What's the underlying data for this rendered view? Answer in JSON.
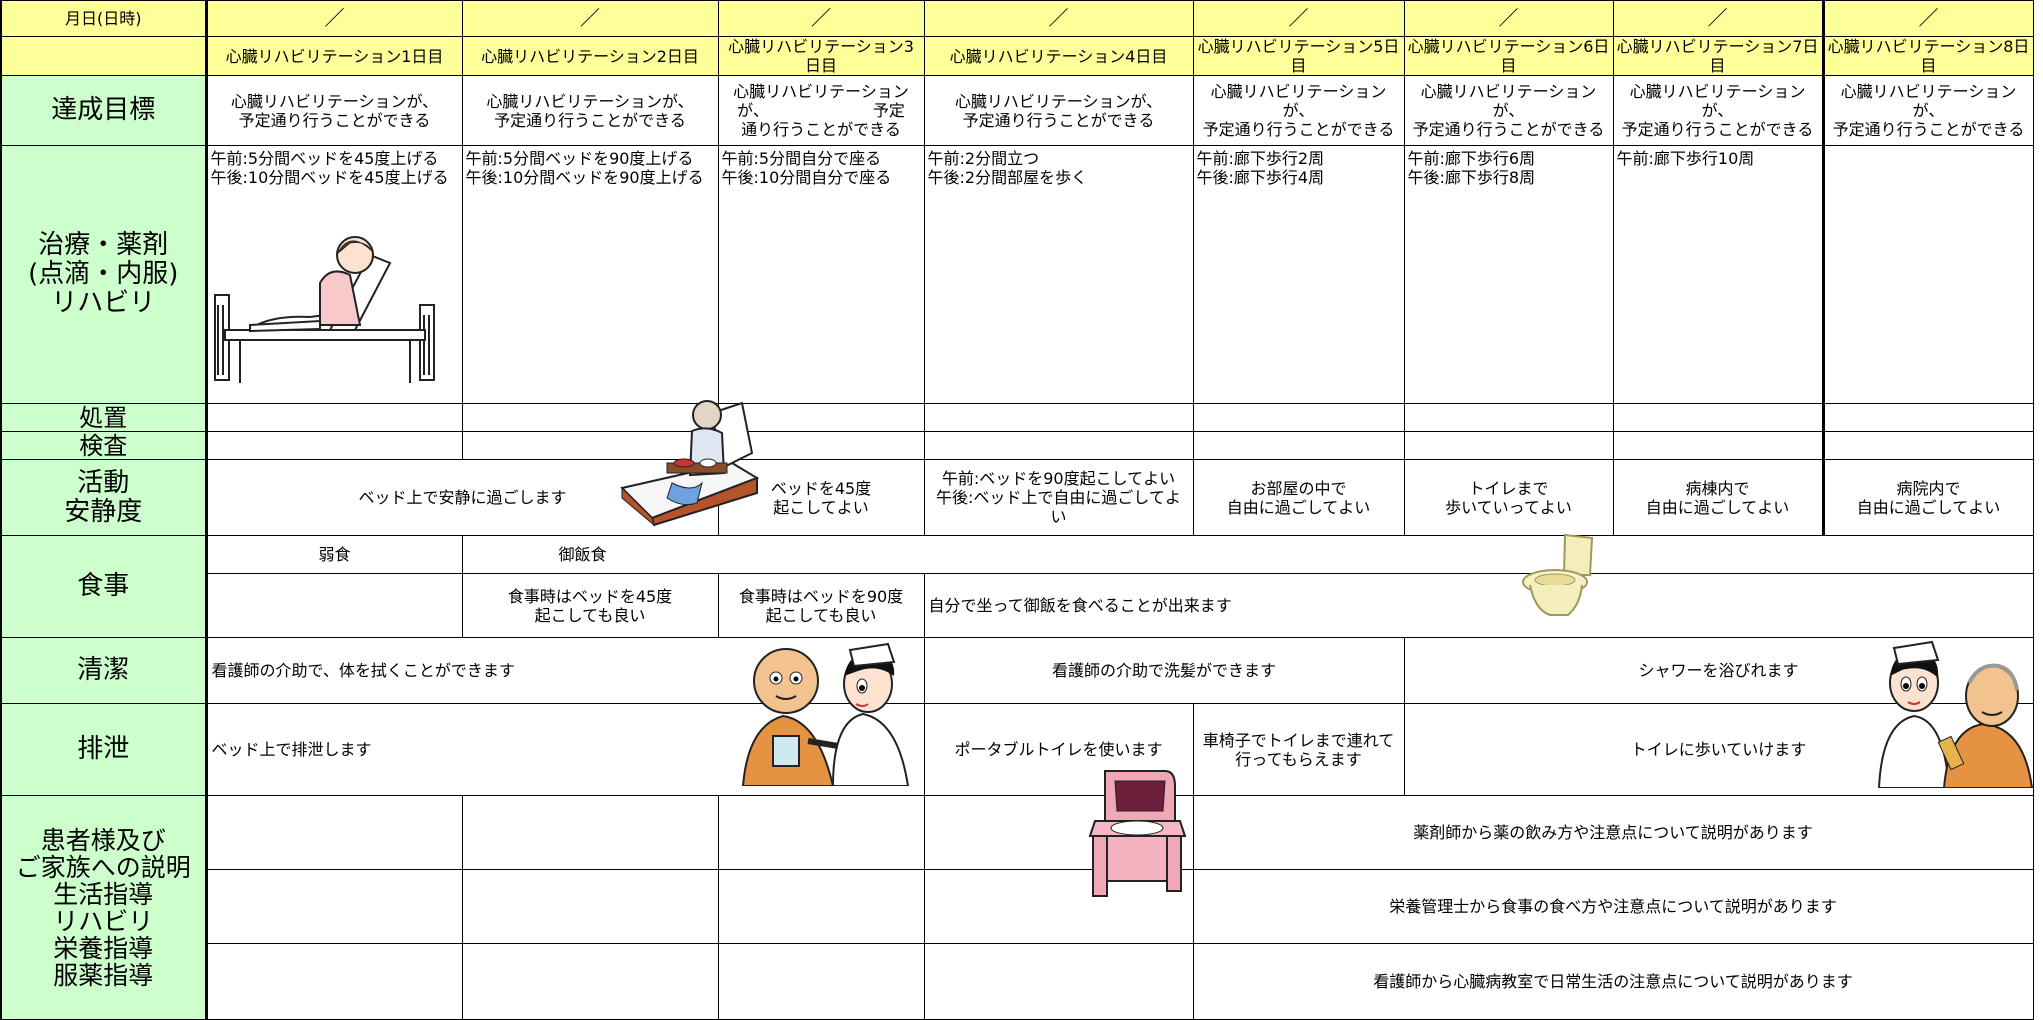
{
  "header": {
    "date_label": "月日(日時)",
    "date_mark": "／",
    "days": [
      "心臓リハビリテーション1日目",
      "心臓リハビリテーション2日目",
      "心臓リハビリテーション3日目",
      "心臓リハビリテーション4日目",
      "心臓リハビリテーション5日目",
      "心臓リハビリテーション6日目",
      "心臓リハビリテーション7日目",
      "心臓リハビリテーション8日目"
    ]
  },
  "categories": {
    "goal": "達成目標",
    "treatment": "治療・薬剤\n(点滴・内服)\nリハビリ",
    "procedure": "処置",
    "exam": "検査",
    "activity": "活動\n安静度",
    "meal": "食事",
    "hygiene": "清潔",
    "excretion": "排泄",
    "explanation": "患者様及び\nご家族への説明\n生活指導\nリハビリ\n栄養指導\n服薬指導"
  },
  "goals": [
    "心臓リハビリテーションが、\n予定通り行うことができる",
    "心臓リハビリテーションが、\n予定通り行うことができる",
    "心臓リハビリテーション\nが、　　　　　　　予定\n通り行うことができる",
    "心臓リハビリテーションが、\n予定通り行うことができる",
    "心臓リハビリテーションが、\n予定通り行うことができる",
    "心臓リハビリテーションが、\n予定通り行うことができる",
    "心臓リハビリテーションが、\n予定通り行うことができる",
    "心臓リハビリテーション\nが、\n予定通り行うことができる"
  ],
  "treatment": [
    "午前:5分間ベッドを45度上げる\n午後:10分間ベッドを45度上げる",
    "午前:5分間ベッドを90度上げる\n午後:10分間ベッドを90度上げる",
    "午前:5分間自分で座る\n午後:10分間自分で座る",
    "午前:2分間立つ\n午後:2分間部屋を歩く",
    "午前:廊下歩行2周\n午後:廊下歩行4周",
    "午前:廊下歩行6周\n午後:廊下歩行8周",
    "午前:廊下歩行10周",
    ""
  ],
  "activity": {
    "days12": "ベッド上で安静に過ごします",
    "day3": "ベッドを45度\n起こしてよい",
    "day4": "午前:ベッドを90度起こしてよい\n午後:ベッド上で自由に過ごしてよ\nい",
    "day5": "お部屋の中で\n自由に過ごしてよい",
    "day6": "トイレまで\n歩いていってよい",
    "day7": "病棟内で\n自由に過ごしてよい",
    "day8": "病院内で\n自由に過ごしてよい"
  },
  "meal": {
    "porridge": "弱食",
    "rice": "御飯食",
    "day2": "食事時はベッドを45度\n起こしても良い",
    "day3": "食事時はベッドを90度\n起こしても良い",
    "day4on": "自分で坐って御飯を食べることが出来ます"
  },
  "hygiene": {
    "d1_3": "看護師の介助で、体を拭くことができます",
    "d4_5": "看護師の介助で洗髪ができます",
    "d6_8": "シャワーを浴びれます"
  },
  "excretion": {
    "d1_3": "ベッド上で排泄します",
    "d4": "ポータブルトイレを使います",
    "d5": "車椅子でトイレまで連れて\n行ってもらえます",
    "d6_8": "トイレに歩いていけます"
  },
  "explanation": {
    "pharmacist": "薬剤師から薬の飲み方や注意点について説明があります",
    "dietitian": "栄養管理士から食事の食べ方や注意点について説明があります",
    "nurse": "看護師から心臓病教室で日常生活の注意点について説明があります"
  },
  "illustrations": [
    "patient-in-bed-illustration",
    "patient-eating-in-bed-illustration",
    "toilet-illustration",
    "nurse-wiping-patient-illustration",
    "portable-toilet-illustration",
    "nurse-washing-patient-illustration"
  ],
  "colors": {
    "header_bg": "#ffff99",
    "category_bg": "#ccffcc"
  }
}
